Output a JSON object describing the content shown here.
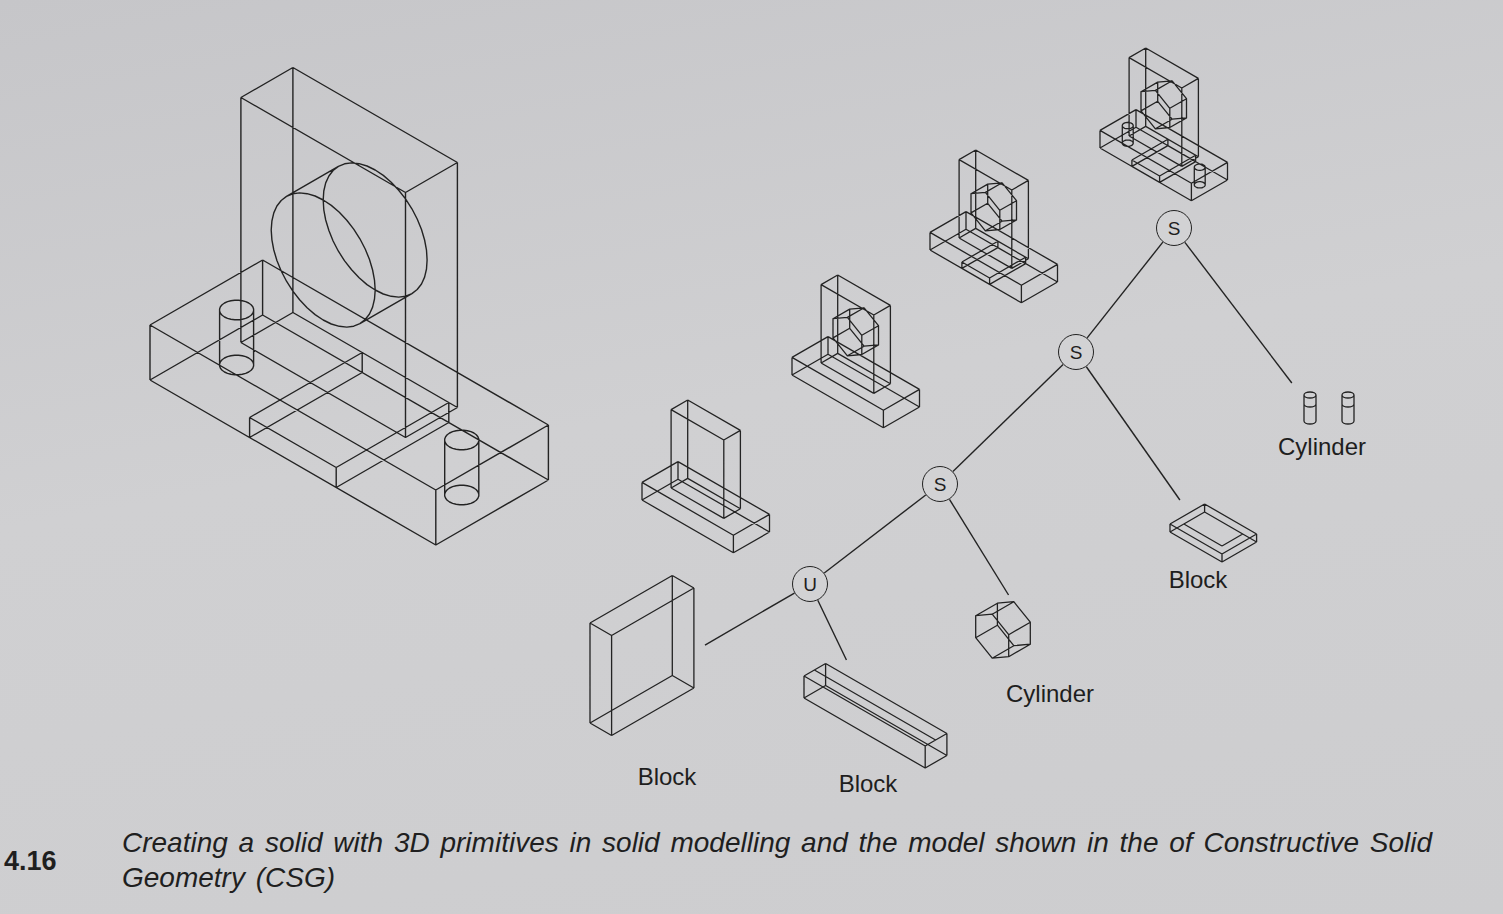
{
  "diagram": {
    "caption": "Creating a solid with 3D primitives in solid modelling and the model shown in the of Constructive Solid Geometry (CSG)",
    "nodes": [
      {
        "text": [
          "Block"
        ]
      },
      {
        "text": [
          "Block"
        ]
      },
      {
        "text": [
          "U"
        ]
      },
      {
        "text": [
          "Cylinder"
        ]
      },
      {
        "text": [
          "S"
        ]
      },
      {
        "text": [
          "Block"
        ]
      },
      {
        "text": [
          "S"
        ]
      },
      {
        "text": [
          "Cylinder"
        ]
      },
      {
        "text": [
          "S"
        ]
      }
    ],
    "edges": [
      {
        "from": 0,
        "to": 2,
        "arrow": "none"
      },
      {
        "from": 1,
        "to": 2,
        "arrow": "none"
      },
      {
        "from": 2,
        "to": 4,
        "arrow": "none"
      },
      {
        "from": 3,
        "to": 4,
        "arrow": "none"
      },
      {
        "from": 4,
        "to": 6,
        "arrow": "none"
      },
      {
        "from": 5,
        "to": 6,
        "arrow": "none"
      },
      {
        "from": 6,
        "to": 8,
        "arrow": "none"
      },
      {
        "from": 7,
        "to": 8,
        "arrow": "none"
      }
    ],
    "labels": [
      "4.16"
    ]
  }
}
